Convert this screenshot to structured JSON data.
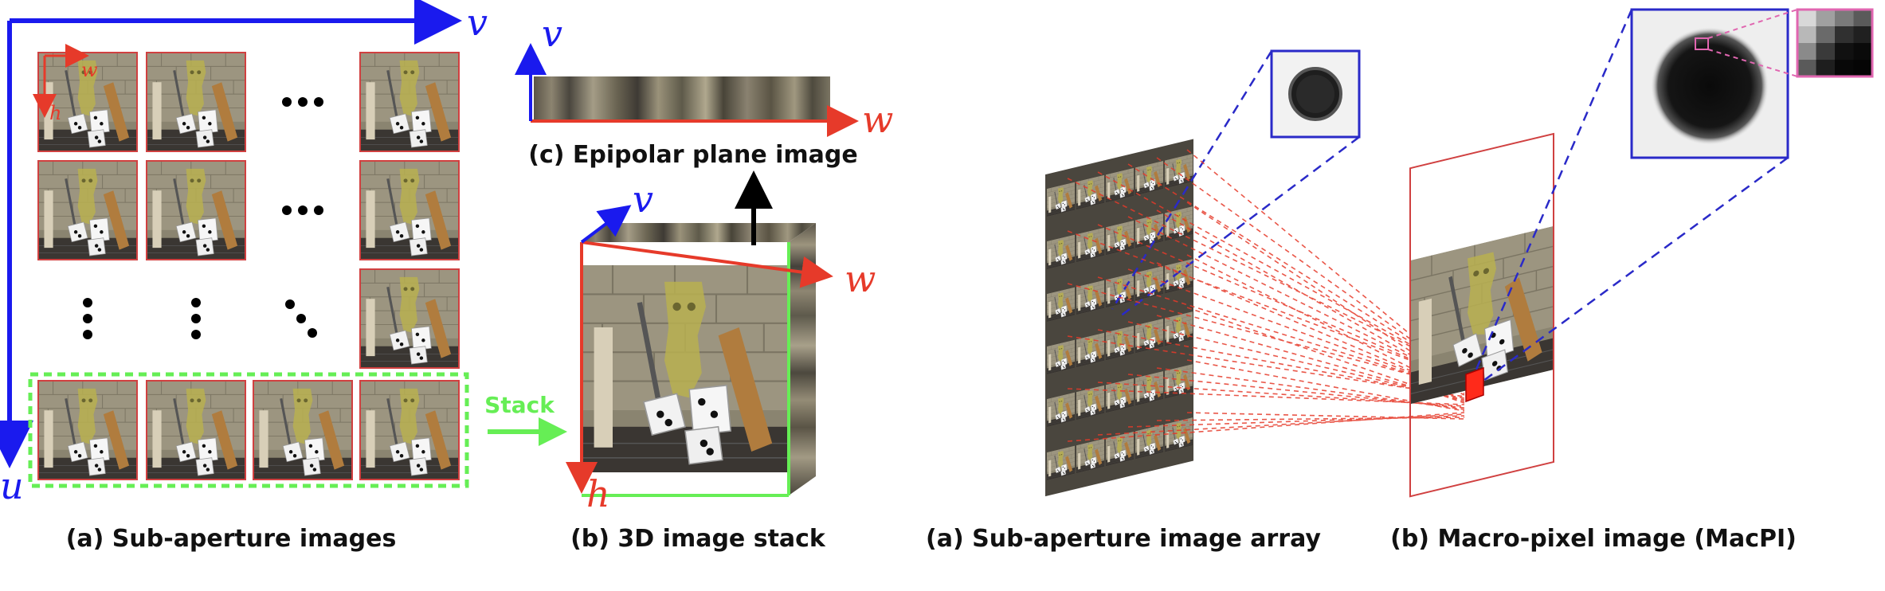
{
  "captions": {
    "sub_aperture_images": "(a) Sub-aperture images",
    "image_stack_3d": "(b) 3D image stack",
    "epipolar_plane_image": "(c) Epipolar plane image",
    "sub_aperture_image_array": "(a) Sub-aperture image array",
    "macro_pixel_image": "(b) Macro-pixel image (MacPI)"
  },
  "axes": {
    "v": "v",
    "u": "u",
    "w": "w",
    "h": "h"
  },
  "stack_label": "Stack",
  "colors": {
    "axis_blue": "#1a1aee",
    "axis_red": "#e63a2a",
    "stack_green": "#66ee55",
    "zoom_blue": "#2a2ac8",
    "zoom_pink": "#e066b0"
  }
}
